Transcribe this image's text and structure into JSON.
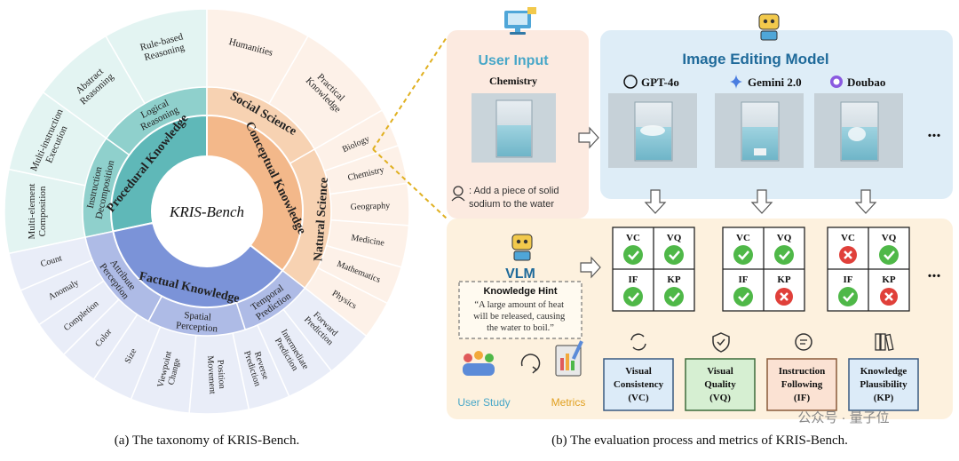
{
  "left": {
    "center": "KRIS-Bench",
    "inner": [
      "Procedural Knowledge",
      "Conceptual Knowledge",
      "Factual Knowledge"
    ],
    "middle": [
      "Logical Reasoning",
      "Instruction Decomposition",
      "Social Science",
      "Natural Science",
      "Attribute Perception",
      "Spatial Perception",
      "Temporal Prediction"
    ],
    "outer": [
      "Rule-based Reasoning",
      "Abstract Reasoning",
      "Multi-instruction Execution",
      "Multi-element Composition",
      "Humanities",
      "Practical Knowledge",
      "Biology",
      "Chemistry",
      "Geography",
      "Medicine",
      "Mathematics",
      "Physics",
      "Count",
      "Anomaly",
      "Completion",
      "Color",
      "Size",
      "Viewpoint Change",
      "Position Movement",
      "Reverse Prediction",
      "Intermediate Prediction",
      "Forward Prediction"
    ],
    "caption": "(a)  The taxonomy of KRIS-Bench."
  },
  "right": {
    "user_input_title": "User Input",
    "user_input_subject": "Chemistry",
    "instruction": ": Add a piece of solid sodium to the water",
    "model_panel_title": "Image Editing Model",
    "models": [
      "GPT-4o",
      "Gemini 2.0",
      "Doubao"
    ],
    "ellipsis": "...",
    "vlm_label": "VLM",
    "hint_title": "Knowledge Hint",
    "hint_text": [
      "“A large amount of heat",
      "will be released, causing",
      "the water to boil.”"
    ],
    "grid_labels": [
      "VC",
      "VQ",
      "IF",
      "KP"
    ],
    "grid_results": [
      [
        "pass",
        "pass",
        "pass",
        "pass"
      ],
      [
        "pass",
        "pass",
        "pass",
        "fail"
      ],
      [
        "fail",
        "pass",
        "pass",
        "fail"
      ]
    ],
    "user_study": "User Study",
    "metrics_label": "Metrics",
    "metric_boxes": [
      {
        "lines": [
          "Visual",
          "Consistency",
          "(VC)"
        ],
        "color": "#dcebf8",
        "border": "#3a5a80"
      },
      {
        "lines": [
          "Visual",
          "Quality",
          "(VQ)"
        ],
        "color": "#d6efd2",
        "border": "#3d6b3a"
      },
      {
        "lines": [
          "Instruction",
          "Following",
          "(IF)"
        ],
        "color": "#fbe2d3",
        "border": "#8a5a3a"
      },
      {
        "lines": [
          "Knowledge",
          "Plausibility",
          "(KP)"
        ],
        "color": "#dcebf8",
        "border": "#3a5a80"
      }
    ],
    "watermark": "公众号 · 量子位",
    "caption": "(b) The evaluation process and metrics of KRIS-Bench."
  },
  "colors": {
    "procedural": "#5fb8b8",
    "conceptual": "#f3b88a",
    "factual": "#7b93d8",
    "pass": "#4fb848",
    "fail": "#e0403a"
  }
}
